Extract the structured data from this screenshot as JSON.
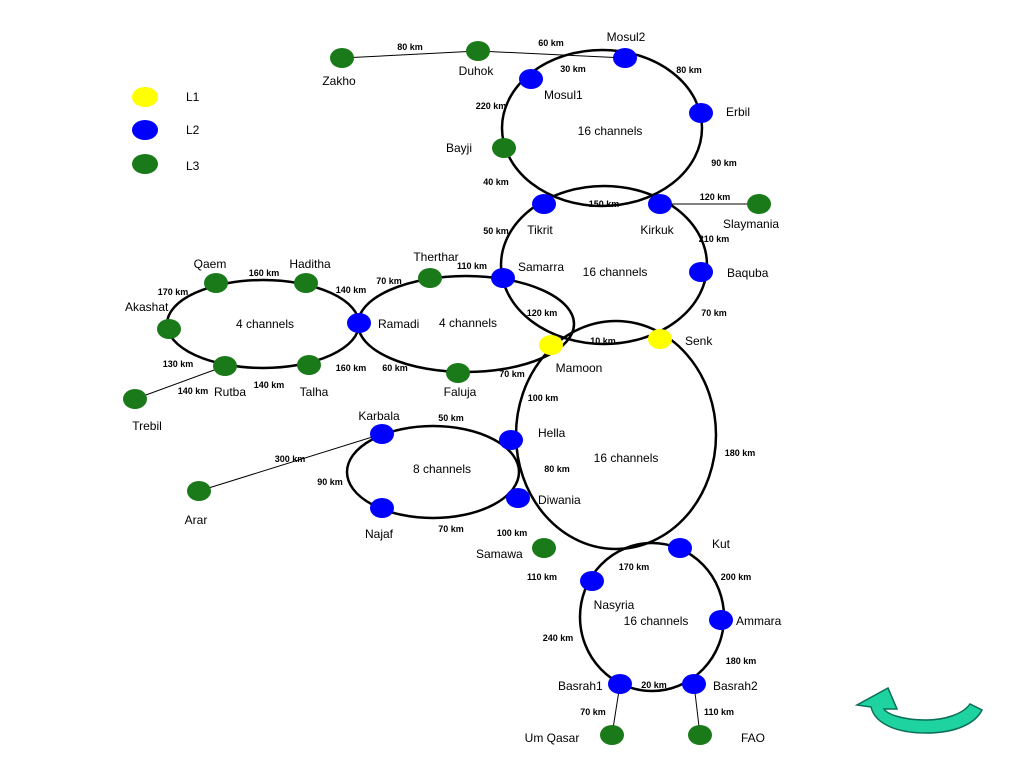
{
  "colors": {
    "L1": "#ffff00",
    "L2": "#0000ff",
    "L3": "#1a7a1a",
    "arrow": "#1fd3a0"
  },
  "legend": [
    {
      "label": "L1",
      "level": "L1"
    },
    {
      "label": "L2",
      "level": "L2"
    },
    {
      "label": "L3",
      "level": "L3"
    }
  ],
  "rings": {
    "north": "16 channels",
    "central": "16 channels",
    "qaem_ring": "4 channels",
    "ramadi_ring": "4 channels",
    "karbala_ring": "8 channels",
    "mamoon_kut": "16 channels",
    "south": "16 channels"
  },
  "nodes": {
    "zakho": {
      "name": "Zakho",
      "level": "L3"
    },
    "duhok": {
      "name": "Duhok",
      "level": "L3"
    },
    "mosul2": {
      "name": "Mosul2",
      "level": "L2"
    },
    "mosul1": {
      "name": "Mosul1",
      "level": "L2"
    },
    "erbil": {
      "name": "Erbil",
      "level": "L2"
    },
    "bayji": {
      "name": "Bayji",
      "level": "L3"
    },
    "tikrit": {
      "name": "Tikrit",
      "level": "L2"
    },
    "kirkuk": {
      "name": "Kirkuk",
      "level": "L2"
    },
    "slaymania": {
      "name": "Slaymania",
      "level": "L3"
    },
    "samarra": {
      "name": "Samarra",
      "level": "L2"
    },
    "baquba": {
      "name": "Baquba",
      "level": "L2"
    },
    "therthar": {
      "name": "Therthar",
      "level": "L3"
    },
    "qaem": {
      "name": "Qaem",
      "level": "L3"
    },
    "haditha": {
      "name": "Haditha",
      "level": "L3"
    },
    "akashat": {
      "name": "Akashat",
      "level": "L3"
    },
    "ramadi": {
      "name": "Ramadi",
      "level": "L2"
    },
    "rutba": {
      "name": "Rutba",
      "level": "L3"
    },
    "talha": {
      "name": "Talha",
      "level": "L3"
    },
    "trebil": {
      "name": "Trebil",
      "level": "L3"
    },
    "faluja": {
      "name": "Faluja",
      "level": "L3"
    },
    "mamoon": {
      "name": "Mamoon",
      "level": "L1"
    },
    "senk": {
      "name": "Senk",
      "level": "L1"
    },
    "karbala": {
      "name": "Karbala",
      "level": "L2"
    },
    "hella": {
      "name": "Hella",
      "level": "L2"
    },
    "najaf": {
      "name": "Najaf",
      "level": "L2"
    },
    "diwania": {
      "name": "Diwania",
      "level": "L2"
    },
    "arar": {
      "name": "Arar",
      "level": "L3"
    },
    "samawa": {
      "name": "Samawa",
      "level": "L3"
    },
    "kut": {
      "name": "Kut",
      "level": "L2"
    },
    "nasyria": {
      "name": "Nasyria",
      "level": "L2"
    },
    "ammara": {
      "name": "Ammara",
      "level": "L2"
    },
    "basrah1": {
      "name": "Basrah1",
      "level": "L2"
    },
    "basrah2": {
      "name": "Basrah2",
      "level": "L2"
    },
    "umqasar": {
      "name": "Um Qasar",
      "level": "L3"
    },
    "fao": {
      "name": "FAO",
      "level": "L3"
    }
  },
  "links": {
    "zakho_duhok": "80 km",
    "duhok_mosul2": "60 km",
    "mosul1_mosul2": "30 km",
    "mosul2_erbil": "80 km",
    "mosul1_bayji": "220 km",
    "erbil_kirkuk": "90 km",
    "bayji_tikrit": "40 km",
    "tikrit_kirkuk": "150 km",
    "kirkuk_slaymania": "120 km",
    "tikrit_samarra": "50 km",
    "kirkuk_baquba": "210 km",
    "therthar_samarra": "110 km",
    "ramadi_therthar": "70 km",
    "samarra_mamoon": "120 km",
    "baquba_senk": "70 km",
    "mamoon_senk": "10 km",
    "qaem_haditha": "160 km",
    "haditha_ramadi": "140 km",
    "akashat_qaem": "170 km",
    "akashat_rutba": "130 km",
    "rutba_talha": "140 km",
    "talha_ramadi": "160 km",
    "trebil_rutba": "140 km",
    "ramadi_faluja": "60 km",
    "faluja_mamoon": "70 km",
    "mamoon_hella": "100 km",
    "senk_kut": "180 km",
    "karbala_hella": "50 km",
    "hella_diwania": "80 km",
    "arar_karbala": "300 km",
    "karbala_najaf": "90 km",
    "najaf_diwania": "70 km",
    "diwania_samawa": "100 km",
    "samawa_nasyria": "110 km",
    "nasyria_kut": "170 km",
    "kut_ammara": "200 km",
    "nasyria_basrah1": "240 km",
    "ammara_basrah2": "180 km",
    "basrah1_basrah2": "20 km",
    "basrah1_umqasar": "70 km",
    "basrah2_fao": "110 km"
  }
}
